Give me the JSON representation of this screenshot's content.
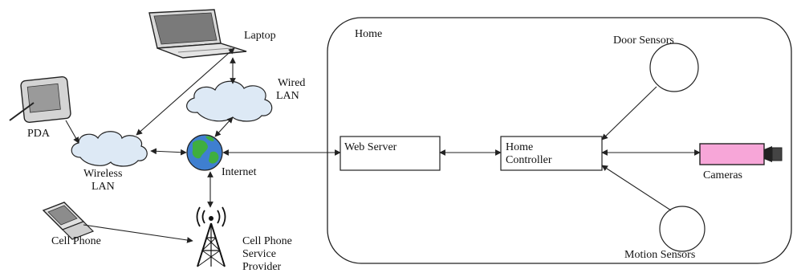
{
  "labels": {
    "laptop": "Laptop",
    "wired_lan_1": "Wired",
    "wired_lan_2": "LAN",
    "pda": "PDA",
    "wireless_lan_1": "Wireless",
    "wireless_lan_2": "LAN",
    "internet": "Internet",
    "cell_phone": "Cell Phone",
    "provider_1": "Cell Phone",
    "provider_2": "Service",
    "provider_3": "Provider",
    "home": "Home",
    "web_server": "Web Server",
    "home_controller_1": "Home",
    "home_controller_2": "Controller",
    "door_sensors": "Door Sensors",
    "cameras": "Cameras",
    "motion_sensors": "Motion Sensors"
  },
  "colors": {
    "camera_fill": "#f7a6d8",
    "cloud_fill": "#dde9f5",
    "globe_water": "#3f7fd0",
    "globe_land": "#3fae3f",
    "line": "#222222"
  },
  "icons": {
    "laptop": "laptop-icon",
    "pda": "pda-icon",
    "cell_phone": "cell-phone-icon",
    "tower": "cell-tower-icon",
    "globe": "globe-icon",
    "camera": "video-camera-icon",
    "cloud": "cloud-icon"
  }
}
